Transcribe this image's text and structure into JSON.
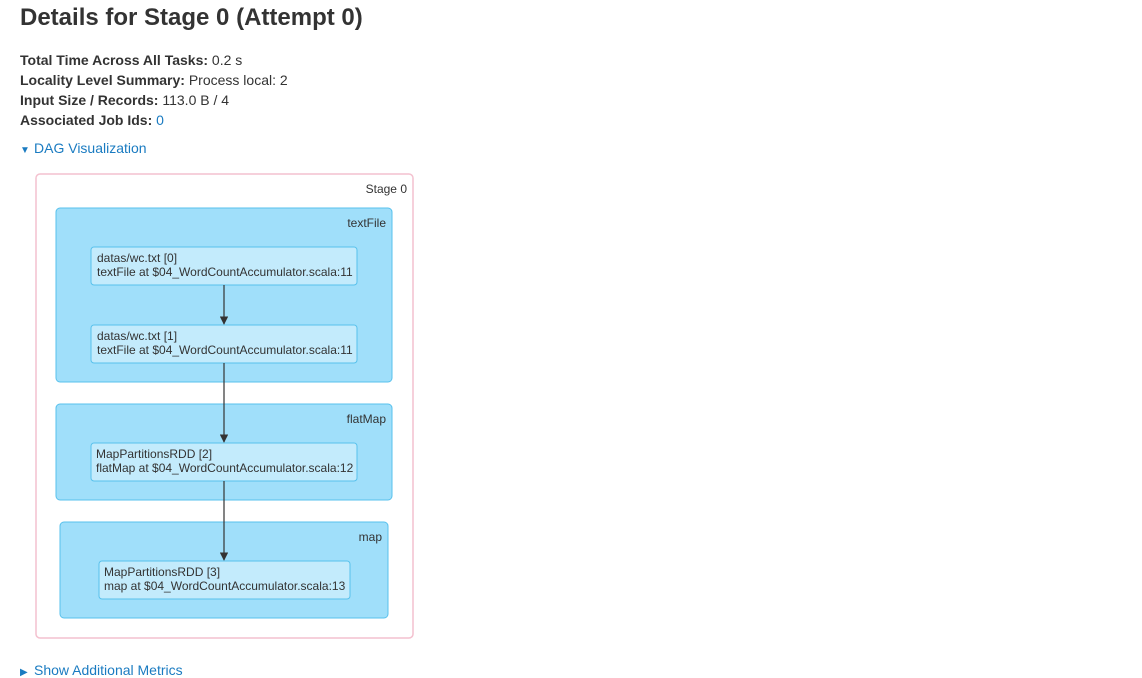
{
  "page": {
    "title": "Details for Stage 0 (Attempt 0)"
  },
  "summary": {
    "total_time_label": "Total Time Across All Tasks:",
    "total_time_value": "0.2 s",
    "locality_label": "Locality Level Summary:",
    "locality_value": "Process local: 2",
    "input_label": "Input Size / Records:",
    "input_value": "113.0 B / 4",
    "jobs_label": "Associated Job Ids:",
    "jobs_value": "0"
  },
  "dag_toggle": {
    "label": "DAG Visualization",
    "expanded": true
  },
  "dag": {
    "stage_label": "Stage 0",
    "clusters": [
      {
        "name": "textFile",
        "nodes": [
          {
            "line1": "datas/wc.txt [0]",
            "line2": "textFile at $04_WordCountAccumulator.scala:11"
          },
          {
            "line1": "datas/wc.txt [1]",
            "line2": "textFile at $04_WordCountAccumulator.scala:11"
          }
        ]
      },
      {
        "name": "flatMap",
        "nodes": [
          {
            "line1": "MapPartitionsRDD [2]",
            "line2": "flatMap at $04_WordCountAccumulator.scala:12"
          }
        ]
      },
      {
        "name": "map",
        "nodes": [
          {
            "line1": "MapPartitionsRDD [3]",
            "line2": "map at $04_WordCountAccumulator.scala:13"
          }
        ]
      }
    ],
    "colors": {
      "stage_border": "#f4c1cf",
      "cluster_fill": "#a0dffa",
      "cluster_border": "#57c1ec",
      "node_fill": "#c3ebfc",
      "node_border": "#57c1ec",
      "edge": "#333333"
    }
  },
  "metrics_toggle": {
    "label": "Show Additional Metrics",
    "expanded": false
  }
}
